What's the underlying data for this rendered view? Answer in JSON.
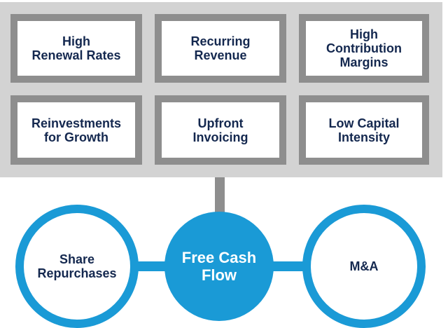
{
  "colors": {
    "panel_bg": "#d3d3d3",
    "box_border": "#8e8e8e",
    "text_navy": "#14284f",
    "accent_blue": "#1a9ad6",
    "white": "#ffffff"
  },
  "drivers": [
    {
      "label": "High\nRenewal Rates"
    },
    {
      "label": "Recurring\nRevenue"
    },
    {
      "label": "High\nContribution\nMargins"
    },
    {
      "label": "Reinvestments\nfor Growth"
    },
    {
      "label": "Upfront\nInvoicing"
    },
    {
      "label": "Low Capital\nIntensity"
    }
  ],
  "outcomes": {
    "left": {
      "label": "Share\nRepurchases"
    },
    "center": {
      "label": "Free Cash\nFlow"
    },
    "right": {
      "label": "M&A"
    }
  }
}
